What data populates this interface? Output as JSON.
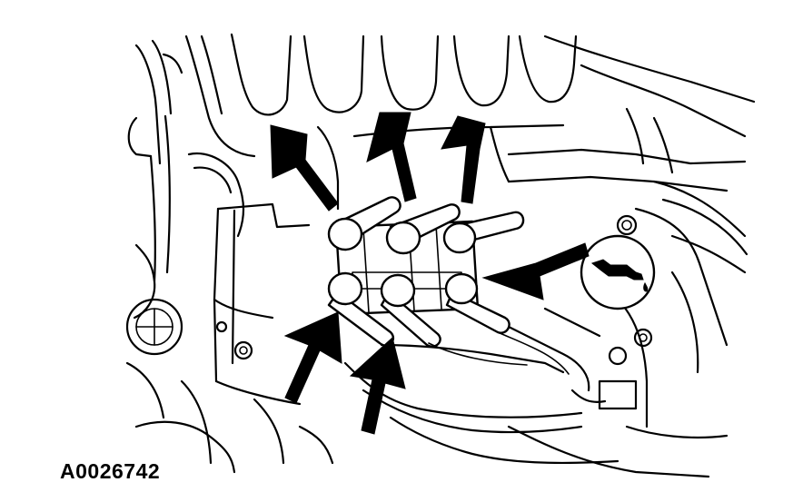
{
  "figure": {
    "reference_code": "A0026742",
    "icons": [
      "engine-illustration",
      "pointer-arrow",
      "spark-plug-wire-boot",
      "ignition-coil-pack",
      "oil-filler-cap-icon"
    ]
  }
}
